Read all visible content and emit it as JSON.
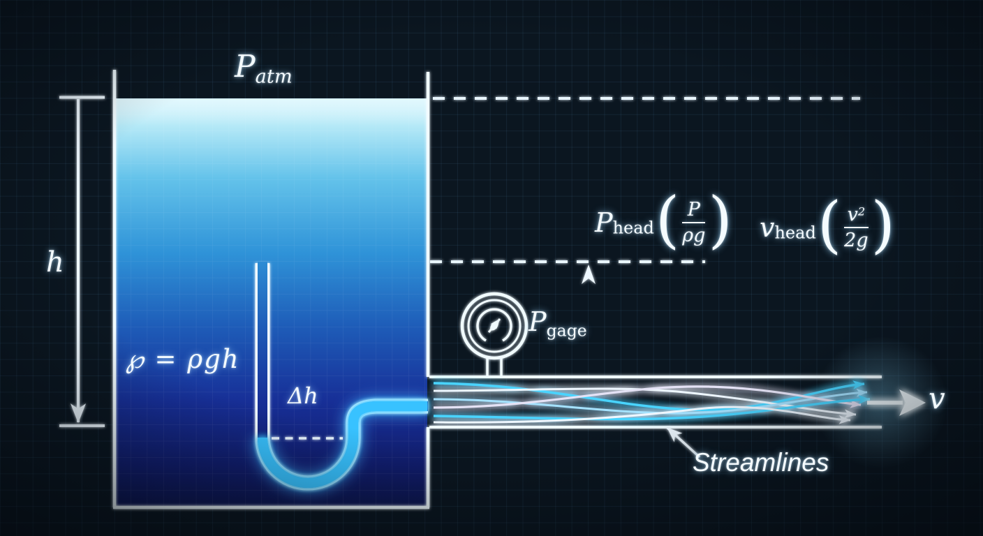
{
  "labels": {
    "p_atm": {
      "base": "P",
      "sub": "atm"
    },
    "tank_height": {
      "text": "h"
    },
    "hydrostatic_pressure": {
      "text": "℘ = ρgh"
    },
    "manometer_delta": {
      "text": "Δh"
    },
    "p_gage": {
      "base": "P",
      "sub": "gage"
    },
    "pressure_head": {
      "base": "P",
      "sub": "head",
      "paren_open": "(",
      "num": "P",
      "den": "ρg",
      "paren_close": ")"
    },
    "velocity_head": {
      "base": "v",
      "sub": "head",
      "paren_open": "(",
      "num_base": "v",
      "num_sup": "2",
      "den": "2g",
      "paren_close": ")"
    },
    "streamlines": {
      "text": "Streamlines"
    },
    "exit_velocity": {
      "text": "v"
    }
  },
  "icons": {
    "pressure_gauge": "dial-gauge-with-needle"
  },
  "colors": {
    "background": "#0b1620",
    "line": "#eef8ff",
    "water_top": "#dff6fc",
    "water_bottom": "#0d1650",
    "manometer_fluid": "#39c2ff",
    "streamline_cyan": "#49d4ff"
  }
}
